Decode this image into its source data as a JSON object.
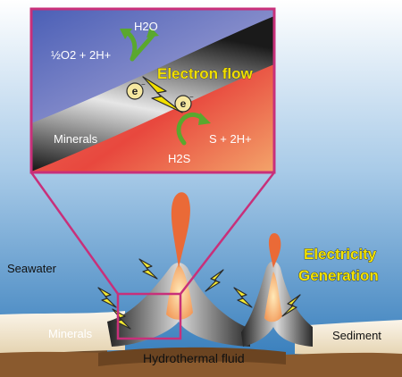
{
  "title": "Electricity Generation",
  "title_lines": [
    "Electricity",
    "Generation"
  ],
  "inset": {
    "electron_flow": "Electron flow",
    "electron_symbol": "e",
    "minerals_label": "Minerals",
    "water_label": "H2O",
    "oxygen_reaction": "½O2 + 2H+",
    "h2s_label": "H2S",
    "sulfur_reaction": "S + 2H+"
  },
  "scene": {
    "seawater_label": "Seawater",
    "minerals_label": "Minerals",
    "sediment_label": "Sediment",
    "hydrothermal_label": "Hydrothermal fluid"
  },
  "colors": {
    "frame": "#c8307a",
    "title_yellow": "#f4e400",
    "electron_flow_yellow": "#f2e000",
    "reaction_arrow_green": "#5aa82e",
    "bolt_yellow": "#f5ea30",
    "plume_orange": "#ea6a37",
    "seawater_top": "#ffffff",
    "seawater_bottom": "#2d77b8",
    "sediment": "#f3e8d4",
    "ground": "#8a5a2e",
    "mineral_gray": "#4a4a4a"
  }
}
